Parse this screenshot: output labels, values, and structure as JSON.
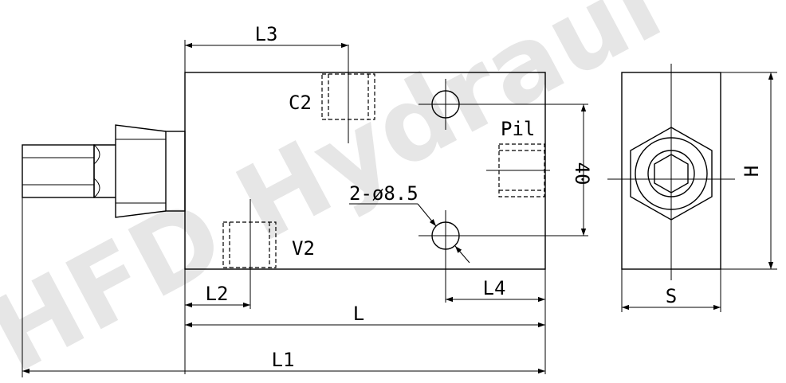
{
  "diagram": {
    "watermark": "HFD Hydraul",
    "labels": {
      "l3": "L3",
      "c2": "C2",
      "pil": "Pil",
      "dim_40": "40",
      "hole_spec": "2-ø8.5",
      "v2": "V2",
      "l2": "L2",
      "l4": "L4",
      "l": "L",
      "l1": "L1",
      "h": "H",
      "s": "S"
    }
  }
}
